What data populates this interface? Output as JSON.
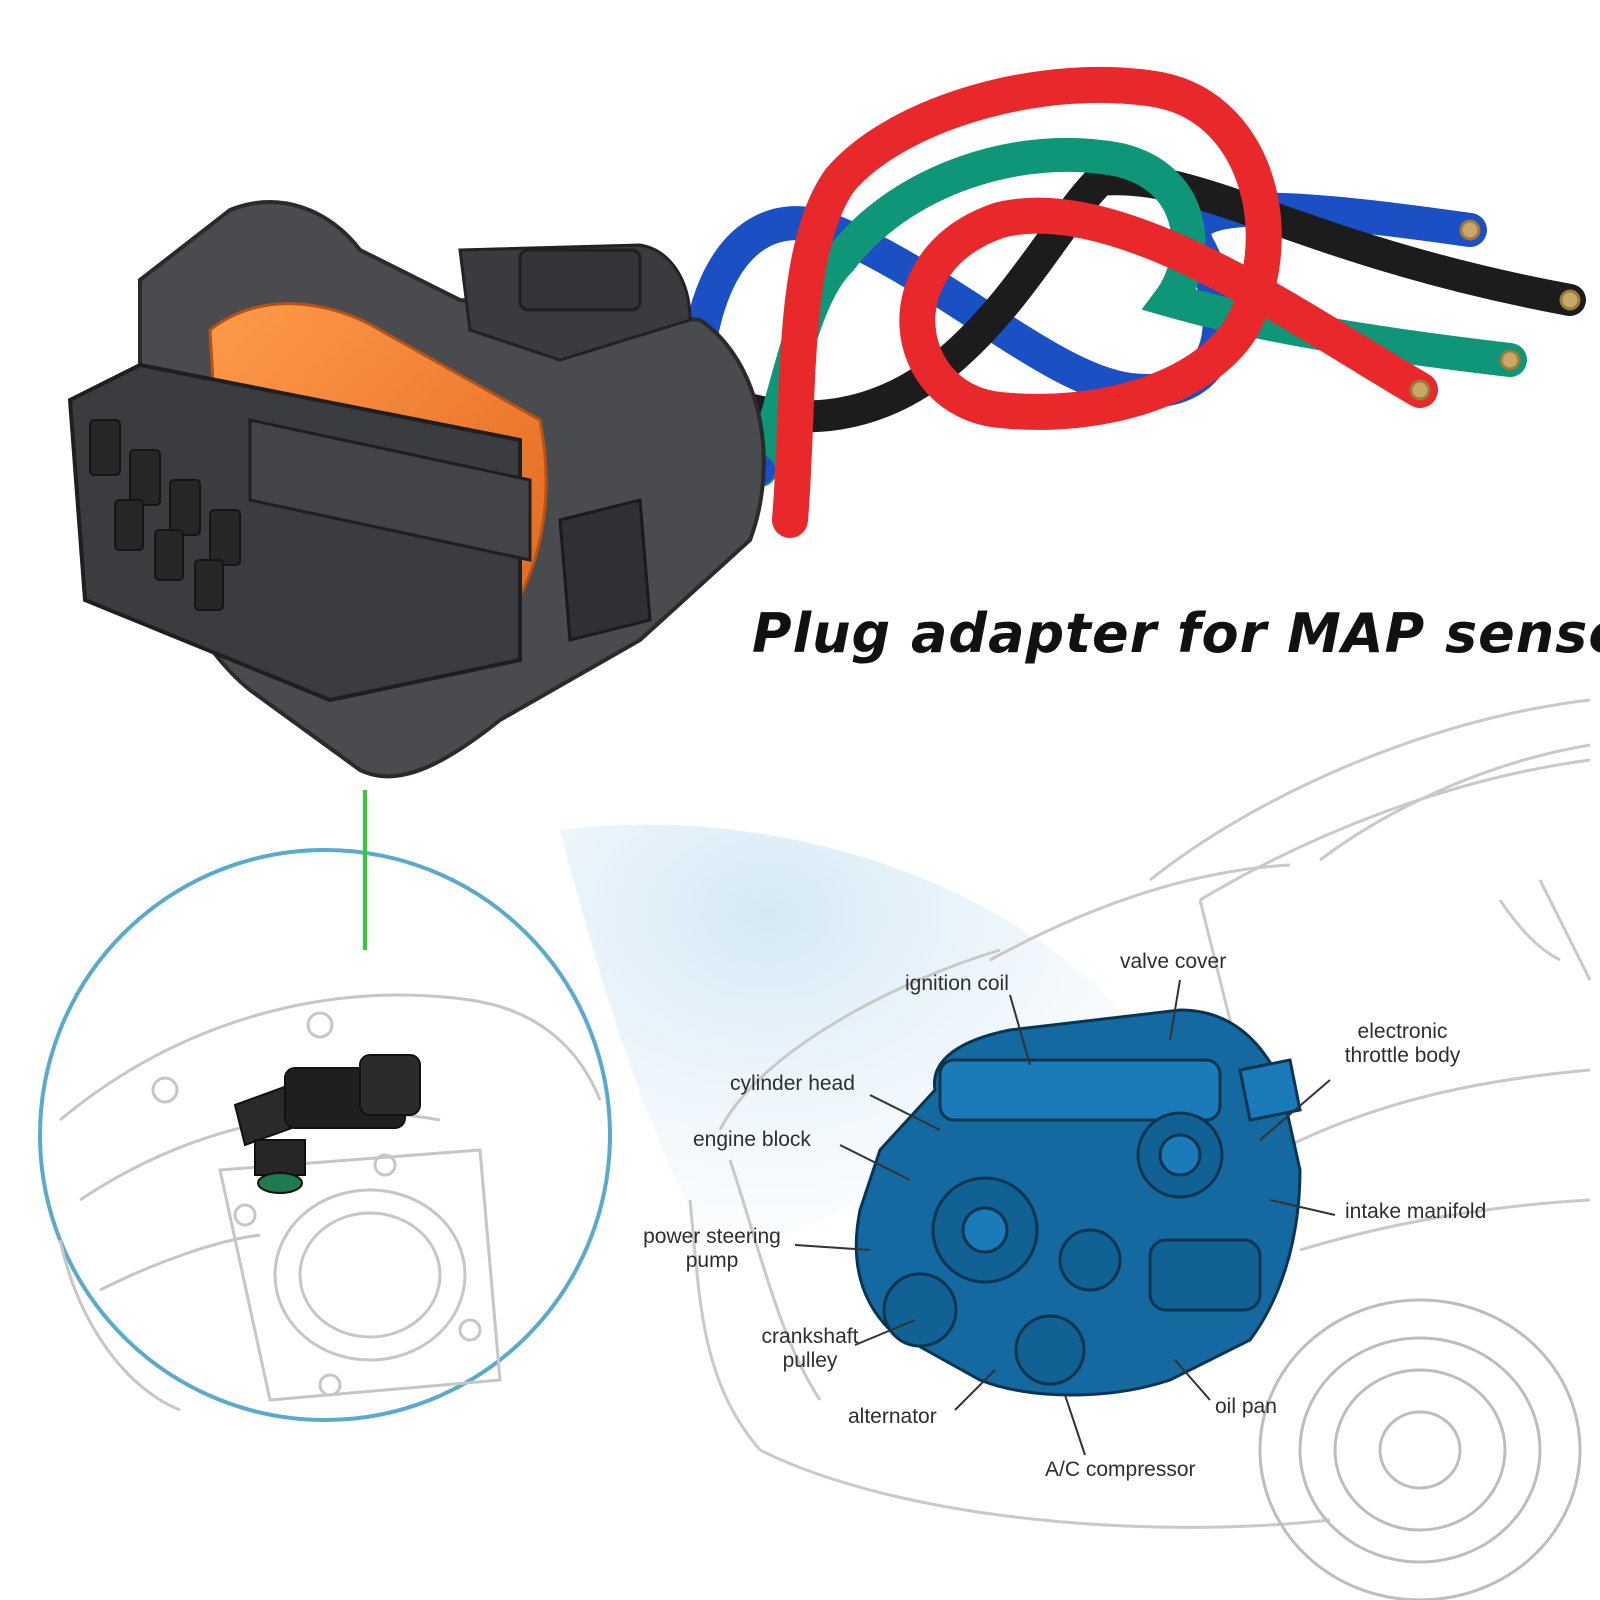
{
  "headline": "Plug adapter for MAP sensor",
  "colors": {
    "connector_body": "#3e3f42",
    "connector_seal": "#f07a2c",
    "wire_blue": "#1b4fc4",
    "wire_red": "#e8282b",
    "wire_green": "#0f9678",
    "wire_black": "#1c1c1c",
    "engine_fill": "#1469a0",
    "pointer_line": "#33cc33",
    "lens_circle": "#5aa9cf"
  },
  "labels": {
    "ignition_coil": "ignition coil",
    "valve_cover": "valve cover",
    "electronic_throttle_body_1": "electronic",
    "electronic_throttle_body_2": "throttle body",
    "cylinder_head": "cylinder head",
    "engine_block": "engine block",
    "intake_manifold": "intake manifold",
    "power_steering_pump_1": "power steering",
    "power_steering_pump_2": "pump",
    "crankshaft_pulley_1": "crankshaft",
    "crankshaft_pulley_2": "pulley",
    "alternator": "alternator",
    "oil_pan": "oil pan",
    "ac_compressor": "A/C compressor"
  }
}
